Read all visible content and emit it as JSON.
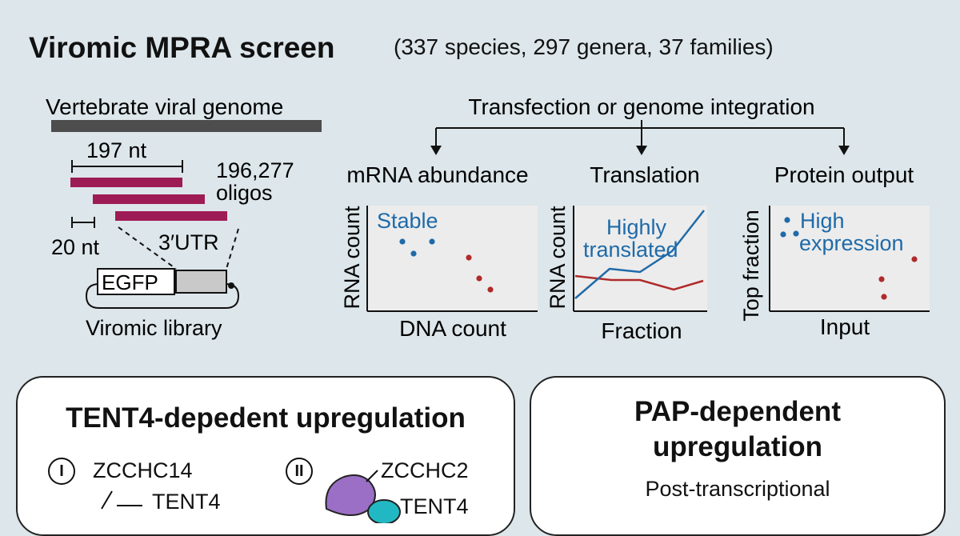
{
  "header": {
    "title": "Viromic MPRA screen",
    "subtitle": "(337 species, 297 genera, 37 families)"
  },
  "library": {
    "genome_label": "Vertebrate viral genome",
    "fragment_length": "197 nt",
    "oligo_count": "196,277",
    "oligo_unit": "oligos",
    "step_length": "20 nt",
    "utr_label": "3′UTR",
    "reporter_label": "EGFP",
    "library_label": "Viromic library"
  },
  "assays": {
    "delivery_label": "Transfection or genome integration",
    "panels": [
      {
        "title": "mRNA abundance",
        "xlabel": "DNA count",
        "ylabel": "RNA count",
        "annotation": [
          "Stable"
        ]
      },
      {
        "title": "Translation",
        "xlabel": "Fraction",
        "ylabel": "RNA count",
        "annotation": [
          "Highly",
          "translated"
        ]
      },
      {
        "title": "Protein output",
        "xlabel": "Input",
        "ylabel": "Top fraction",
        "annotation": [
          "High",
          "expression"
        ]
      }
    ]
  },
  "colors": {
    "background": "#dde6ea",
    "genome_bar": "#4d4d4d",
    "oligo": "#9e1c55",
    "highlight_series": "#1f6aa8",
    "other_series": "#b02a2a",
    "plot_area": "#ececec",
    "enzyme_purple": "#9b6fc6",
    "enzyme_teal": "#21b8c4"
  },
  "tent4_panel": {
    "title": "TENT4-depedent upregulation",
    "mechanisms": [
      {
        "numeral": "I",
        "factor": "ZCCHC14",
        "partner": "TENT4"
      },
      {
        "numeral": "II",
        "factor": "ZCCHC2",
        "partner": "TENT4"
      }
    ]
  },
  "pap_panel": {
    "title_lines": [
      "PAP-dependent",
      "upregulation"
    ],
    "subtitle": "Post-transcriptional"
  }
}
